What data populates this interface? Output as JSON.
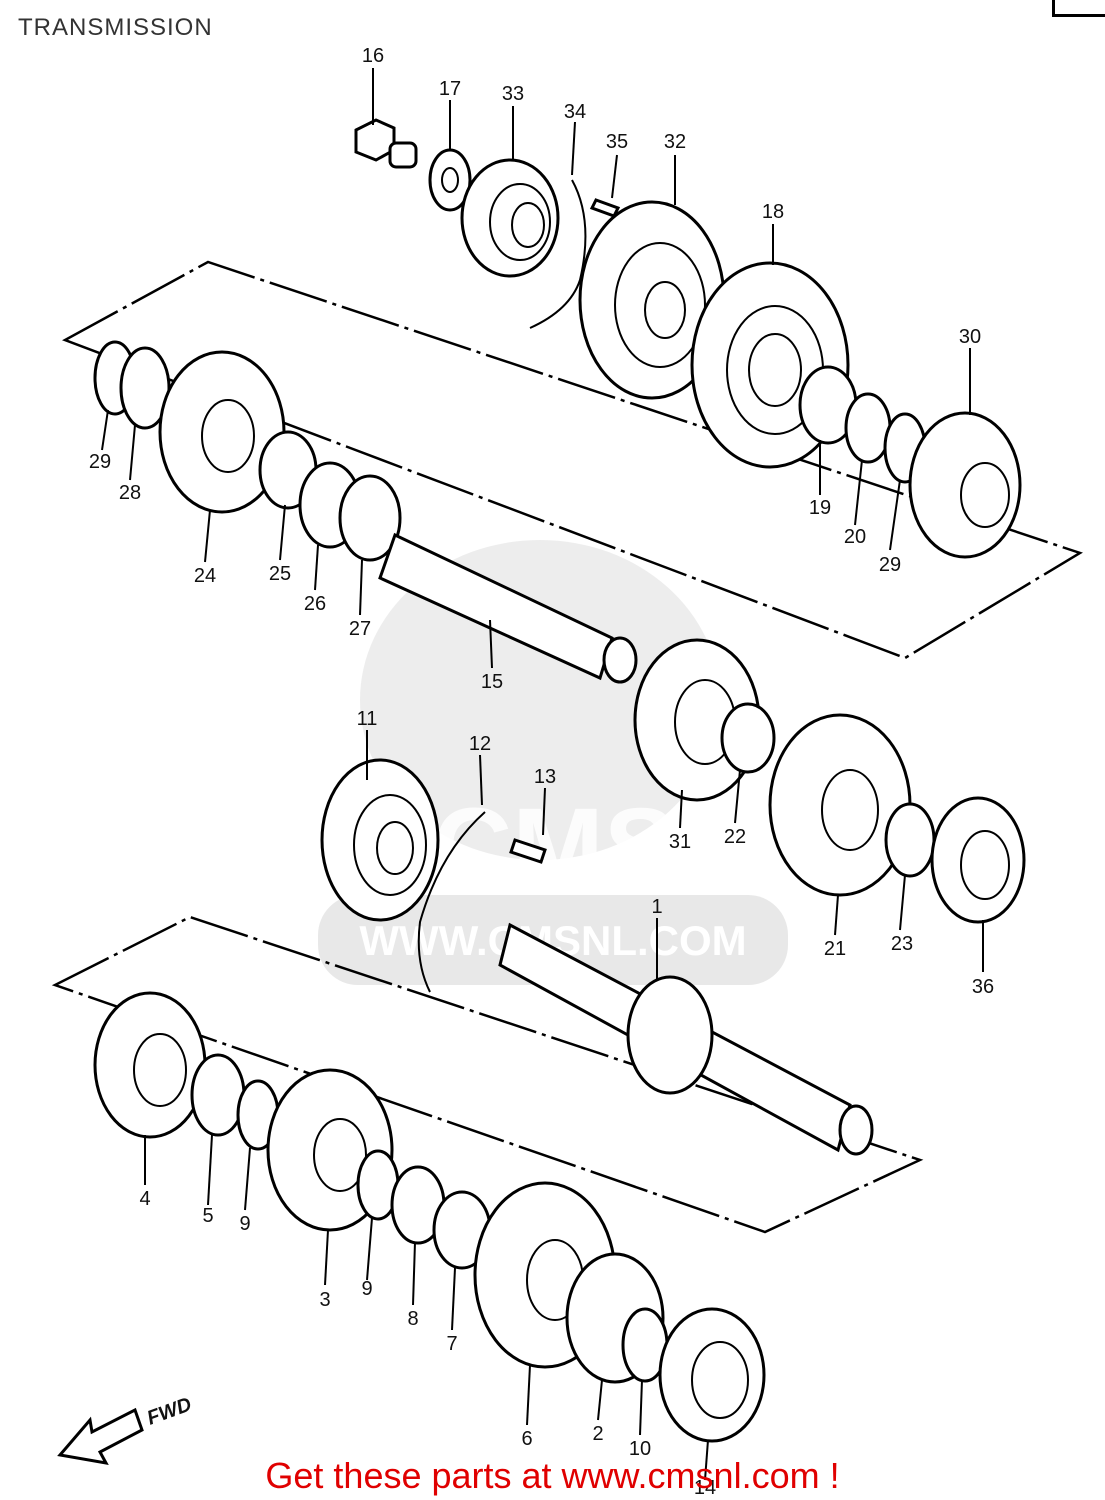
{
  "title": "TRANSMISSION",
  "watermark": {
    "brand": "CMS",
    "url": "WWW.CMSNL.COM"
  },
  "direction_label": "FWD",
  "footer": "Get these parts at www.cmsnl.com !",
  "parts": [
    {
      "id": "p16",
      "label": "16"
    },
    {
      "id": "p17",
      "label": "17"
    },
    {
      "id": "p33",
      "label": "33"
    },
    {
      "id": "p34",
      "label": "34"
    },
    {
      "id": "p35",
      "label": "35"
    },
    {
      "id": "p32",
      "label": "32"
    },
    {
      "id": "p18",
      "label": "18"
    },
    {
      "id": "p30",
      "label": "30"
    },
    {
      "id": "p19",
      "label": "19"
    },
    {
      "id": "p20",
      "label": "20"
    },
    {
      "id": "p29a",
      "label": "29"
    },
    {
      "id": "p29b",
      "label": "29"
    },
    {
      "id": "p28",
      "label": "28"
    },
    {
      "id": "p24",
      "label": "24"
    },
    {
      "id": "p25",
      "label": "25"
    },
    {
      "id": "p26",
      "label": "26"
    },
    {
      "id": "p27",
      "label": "27"
    },
    {
      "id": "p15",
      "label": "15"
    },
    {
      "id": "p11",
      "label": "11"
    },
    {
      "id": "p12",
      "label": "12"
    },
    {
      "id": "p13",
      "label": "13"
    },
    {
      "id": "p31",
      "label": "31"
    },
    {
      "id": "p22",
      "label": "22"
    },
    {
      "id": "p21",
      "label": "21"
    },
    {
      "id": "p23",
      "label": "23"
    },
    {
      "id": "p36",
      "label": "36"
    },
    {
      "id": "p1",
      "label": "1"
    },
    {
      "id": "p4",
      "label": "4"
    },
    {
      "id": "p5",
      "label": "5"
    },
    {
      "id": "p9a",
      "label": "9"
    },
    {
      "id": "p9b",
      "label": "9"
    },
    {
      "id": "p3",
      "label": "3"
    },
    {
      "id": "p8",
      "label": "8"
    },
    {
      "id": "p7",
      "label": "7"
    },
    {
      "id": "p6",
      "label": "6"
    },
    {
      "id": "p2",
      "label": "2"
    },
    {
      "id": "p10",
      "label": "10"
    },
    {
      "id": "p14",
      "label": "14"
    }
  ]
}
